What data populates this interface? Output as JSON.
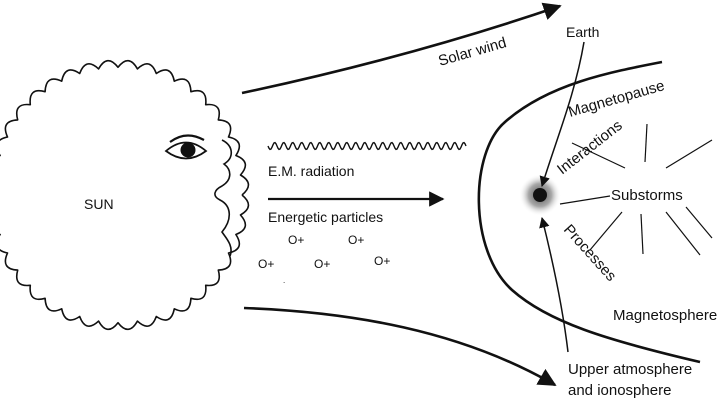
{
  "labels": {
    "sun": "SUN",
    "solar_wind": "Solar wind",
    "earth": "Earth",
    "magnetopause": "Magnetopause",
    "interactions": "Interactions",
    "em_radiation": "E.M. radiation",
    "energetic_particles": "Energetic particles",
    "substorms": "Substorms",
    "processes": "Processes",
    "magnetosphere": "Magnetosphere",
    "upper_atmosphere_line1": "Upper atmosphere",
    "upper_atmosphere_line2": "and ionosphere"
  },
  "particles": [
    "O+",
    "O+",
    "O+",
    "O+",
    "O+",
    "O+"
  ],
  "colors": {
    "ink": "#111111",
    "earth_glow": "#9a9a9a"
  }
}
